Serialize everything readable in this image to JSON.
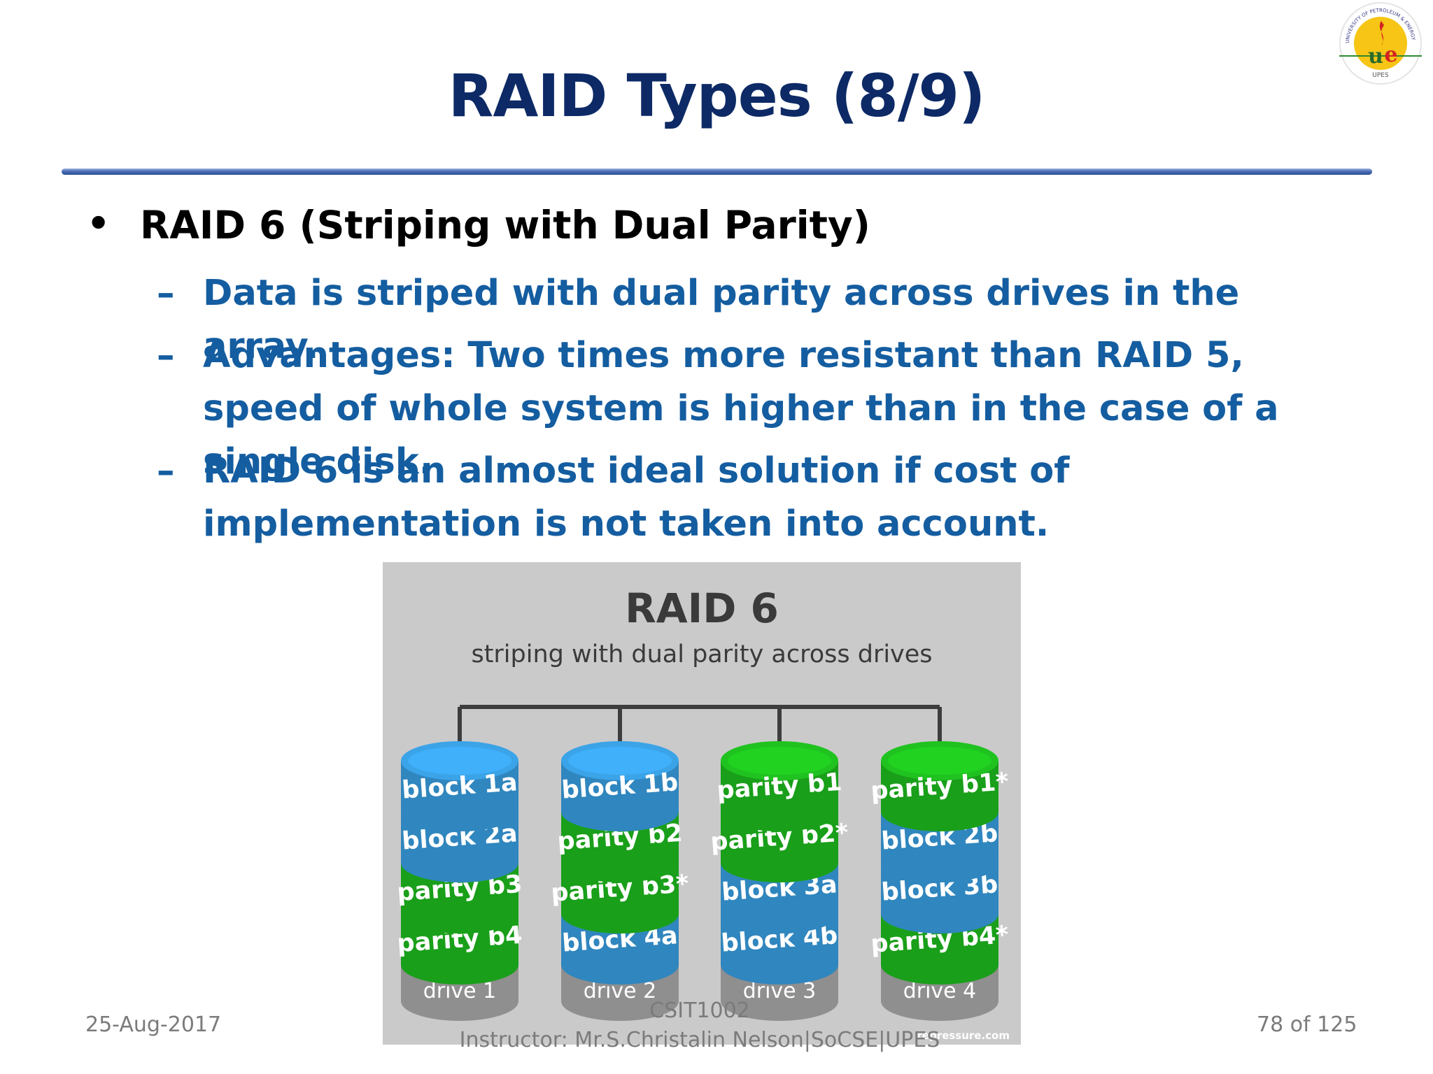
{
  "slide": {
    "title": "RAID Types (8/9)",
    "bullet": "RAID 6 (Striping with Dual Parity)",
    "dash_symbol": "–",
    "subpoints": [
      "Data is striped with dual parity across drives in the array.",
      "Advantages: Two times more resistant than RAID 5, speed of whole system is higher than in the case of a single disk.",
      "RAID 6 is an almost ideal solution if cost of implementation is not taken into account."
    ]
  },
  "diagram": {
    "title": "RAID 6",
    "subtitle": "striping with dual parity across drives",
    "drives": [
      {
        "label": "drive 1",
        "blocks": [
          "block 1a",
          "block 2a",
          "parity b3",
          "parity b4"
        ]
      },
      {
        "label": "drive 2",
        "blocks": [
          "block 1b",
          "parity b2",
          "parity b3*",
          "block 4a"
        ]
      },
      {
        "label": "drive 3",
        "blocks": [
          "parity b1",
          "parity b2*",
          "block 3a",
          "block 4b"
        ]
      },
      {
        "label": "drive 4",
        "blocks": [
          "parity b1*",
          "block 2b",
          "block 3b",
          "parity b4*"
        ]
      }
    ],
    "watermark": "repressure.com",
    "colors": {
      "block": "#3ba3e8",
      "parity": "#1fc21f",
      "panel": "#c9c9c9",
      "drive_base": "#8f8f8f"
    }
  },
  "logo": {
    "text": "UPES",
    "ring_text": "UNIVERSITY OF PETROLEUM & ENERGY STUDIES"
  },
  "footer": {
    "date": "25-Aug-2017",
    "course": "CSIT1002",
    "instructor": "Instructor: Mr.S.Christalin Nelson|SoCSE|UPES",
    "page": "78 of 125"
  }
}
